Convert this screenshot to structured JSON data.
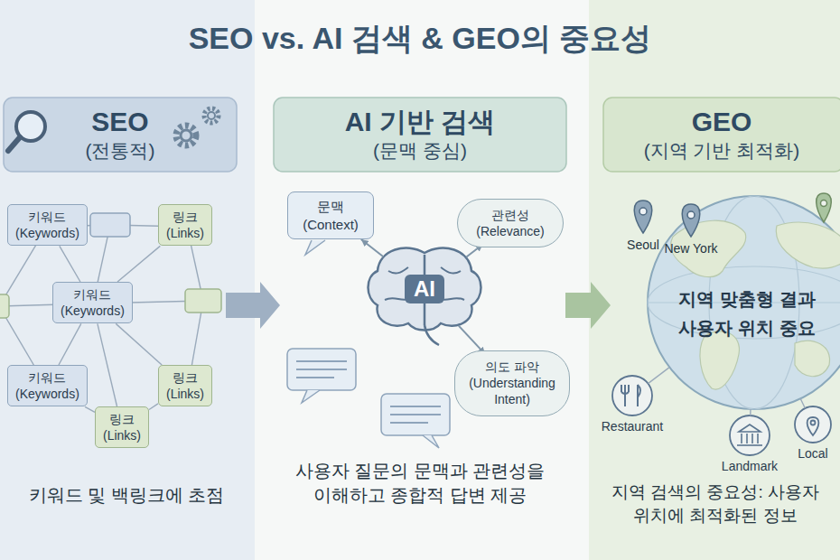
{
  "diagram": {
    "title": "SEO vs. AI 검색 & GEO의 중요성",
    "nodes": [
      {
        "text": [
          "SEO",
          "(전통적)"
        ]
      },
      {
        "text": [
          "키워드 (Keywords)"
        ]
      },
      {
        "text": [
          "링크 (Links)"
        ]
      },
      {
        "text": [
          "키워드 (Keywords)"
        ]
      },
      {
        "text": [
          "키워드 (Keywords)"
        ]
      },
      {
        "text": [
          "링크 (Links)"
        ]
      },
      {
        "text": [
          "링크 (Links)"
        ]
      },
      {
        "text": [
          "AI 기반 검색",
          "(문맥 중심)"
        ]
      },
      {
        "text": [
          "문맥 (Context)"
        ]
      },
      {
        "text": [
          "관련성 (Relevance)"
        ]
      },
      {
        "text": [
          "AI"
        ]
      },
      {
        "text": [
          "의도 파악 (Understanding Intent)"
        ]
      },
      {
        "text": [
          "GEO",
          "(지역 기반 최적화)"
        ]
      },
      {
        "text": [
          "지역 맞춤형 결과 사용자 위치 중요"
        ]
      },
      {
        "text": [
          "Restaurant"
        ]
      },
      {
        "text": [
          "Landmark"
        ]
      },
      {
        "text": [
          "Local"
        ]
      }
    ],
    "edges": [
      {
        "from": 1,
        "to": 3,
        "arrow": "none"
      },
      {
        "from": 2,
        "to": 3,
        "arrow": "none"
      },
      {
        "from": 3,
        "to": 4,
        "arrow": "none"
      },
      {
        "from": 3,
        "to": 5,
        "arrow": "none"
      },
      {
        "from": 3,
        "to": 6,
        "arrow": "none"
      },
      {
        "from": 4,
        "to": 6,
        "arrow": "none"
      },
      {
        "from": 6,
        "to": 5,
        "arrow": "none"
      },
      {
        "from": 10,
        "to": 8,
        "arrow": "to"
      },
      {
        "from": 10,
        "to": 9,
        "arrow": "to"
      },
      {
        "from": 10,
        "to": 11,
        "arrow": "to"
      },
      {
        "from": 13,
        "to": 14,
        "arrow": "none"
      },
      {
        "from": 13,
        "to": 15,
        "arrow": "none"
      },
      {
        "from": 13,
        "to": 16,
        "arrow": "none"
      }
    ],
    "labels": [
      "키워드 및 백링크에 초점",
      "사용자 질문의 문맥과 관련성을 이해하고 종합적 답변 제공",
      "Seoul",
      "New York",
      "지역 검색의 중요성: 사용자 위치에 최적화된 정보"
    ]
  }
}
